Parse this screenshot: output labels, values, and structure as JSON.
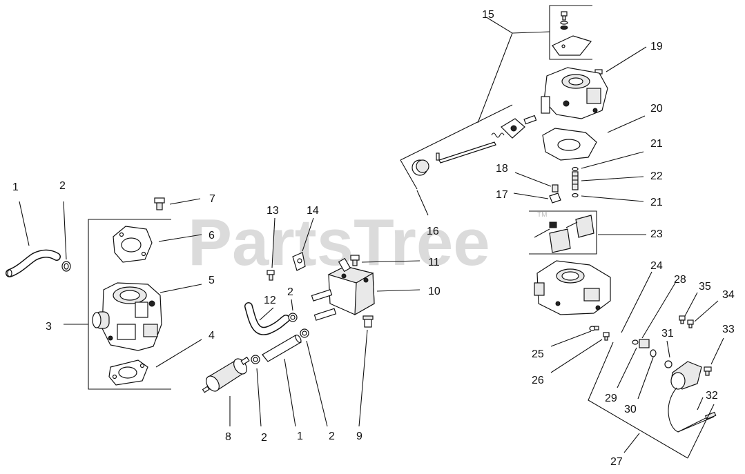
{
  "watermark": {
    "text": "PartsTree",
    "trademark": "TM"
  },
  "labels": {
    "l1a": "1",
    "l2a": "2",
    "l3": "3",
    "l4": "4",
    "l5": "5",
    "l6": "6",
    "l7": "7",
    "l8": "8",
    "l2b": "2",
    "l1b": "1",
    "l2c": "2",
    "l9": "9",
    "l10": "10",
    "l11": "11",
    "l12": "12",
    "l2d": "2",
    "l13": "13",
    "l14": "14",
    "l15": "15",
    "l16": "16",
    "l17": "17",
    "l18": "18",
    "l19": "19",
    "l20": "20",
    "l21a": "21",
    "l22": "22",
    "l21b": "21",
    "l23": "23",
    "l24": "24",
    "l25": "25",
    "l26": "26",
    "l27": "27",
    "l28": "28",
    "l29": "29",
    "l30": "30",
    "l31": "31",
    "l32": "32",
    "l33": "33",
    "l34": "34",
    "l35": "35"
  }
}
